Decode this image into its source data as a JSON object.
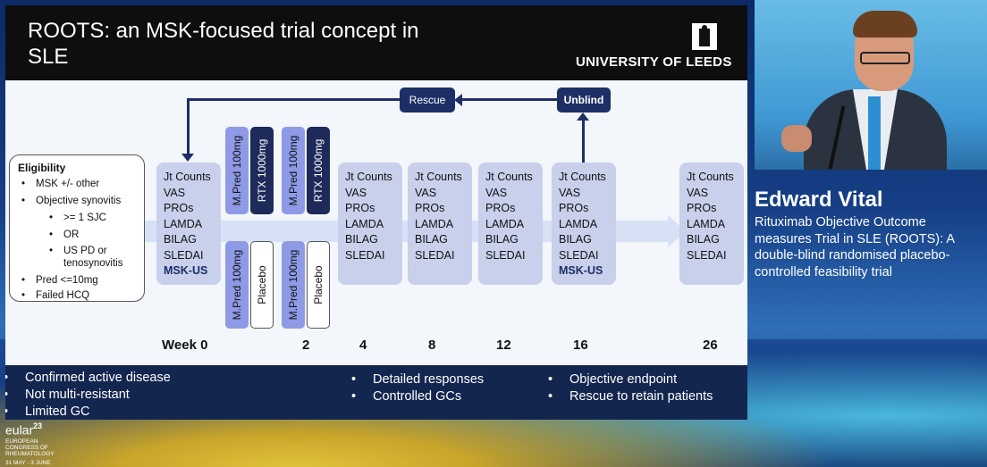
{
  "slide": {
    "title": "ROOTS: an MSK-focused trial concept in SLE",
    "university": "UNIVERSITY OF LEEDS",
    "eligibility": {
      "heading": "Eligibility",
      "items": [
        "MSK +/- other",
        "Objective synovitis",
        ">= 1 SJC",
        "OR",
        "US PD or",
        "tenosynovitis",
        "Pred <=10mg",
        "Failed HCQ"
      ]
    },
    "rescue": "Rescue",
    "unblind": "Unblind",
    "drugs": {
      "mpred": "M.Pred 100mg",
      "rtx": "RTX 1000mg",
      "placebo": "Placebo"
    },
    "visit_items": [
      "Jt Counts",
      "VAS",
      "PROs",
      "LAMDA",
      "BILAG",
      "SLEDAI"
    ],
    "msk_us": "MSK-US",
    "weeks": [
      "Week 0",
      "2",
      "4",
      "8",
      "12",
      "16",
      "26"
    ],
    "bottom": {
      "col1": [
        "Confirmed active disease",
        "Not multi-resistant",
        "Limited GC"
      ],
      "col2": [
        "Detailed responses",
        "Controlled GCs"
      ],
      "col3": [
        "Objective endpoint",
        "Rescue to retain patients"
      ]
    }
  },
  "speaker": {
    "name": "Edward Vital",
    "talk_title": "Rituximab Objective Outcome measures Trial in SLE (ROOTS): A double-blind randomised placebo-controlled feasibility trial"
  },
  "congress": {
    "brand": "eular",
    "year": "23",
    "line1": "EUROPEAN",
    "line2": "CONGRESS OF",
    "line3": "RHEUMATOLOGY",
    "dates": "31 MAY - 3 JUNE"
  }
}
